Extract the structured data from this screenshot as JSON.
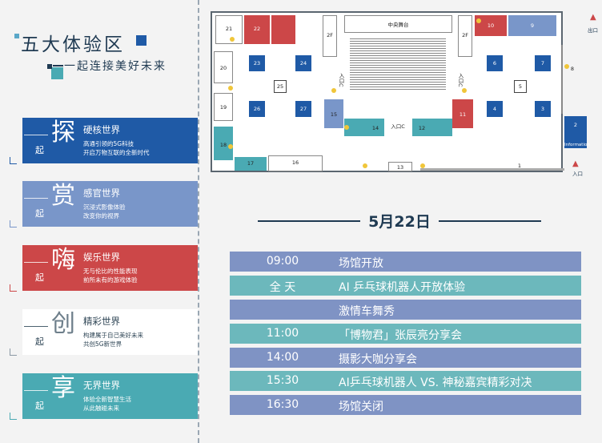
{
  "header": {
    "title": "五大体验区",
    "subtitle": "一起连接美好未来"
  },
  "zones": [
    {
      "big": "探",
      "qi": "起",
      "name": "硬核世界",
      "desc1": "高通引领的5G科技",
      "desc2": "开启万物互联的全新时代",
      "color": "#1f5aa6"
    },
    {
      "big": "赏",
      "qi": "起",
      "name": "感官世界",
      "desc1": "沉浸式影像体验",
      "desc2": "改变你的视界",
      "color": "#7996c9"
    },
    {
      "big": "嗨",
      "qi": "起",
      "name": "娱乐世界",
      "desc1": "无与伦比的性能表现",
      "desc2": "前所未有的游戏体验",
      "color": "#cc4748"
    },
    {
      "big": "创",
      "qi": "起",
      "name": "精彩世界",
      "desc1": "构建属于自己美好未来",
      "desc2": "共创5G新世界",
      "color": "#ffffff"
    },
    {
      "big": "享",
      "qi": "起",
      "name": "无界世界",
      "desc1": "体验全新智慧生活",
      "desc2": "从此触碰未来",
      "color": "#4aaab3"
    }
  ],
  "map": {
    "stage": "中央舞台",
    "exit": "出口",
    "entrance": "入口",
    "information": "Information",
    "booths": [
      "1",
      "2",
      "3",
      "4",
      "5",
      "6",
      "7",
      "8",
      "9",
      "10",
      "11",
      "12",
      "13",
      "14",
      "15",
      "16",
      "17",
      "18",
      "19",
      "20",
      "21",
      "22",
      "23",
      "24",
      "25",
      "26",
      "27"
    ],
    "floor_labels": [
      "2F",
      "2F",
      "入口C",
      "入口C",
      "入口C"
    ]
  },
  "schedule": {
    "date": "5月22日",
    "rows": [
      {
        "time": "09:00",
        "event": "场馆开放",
        "color": "#7f93c4"
      },
      {
        "time": "全 天",
        "event": "AI 乒乓球机器人开放体验",
        "color": "#6cb8bc"
      },
      {
        "time": "",
        "event": "激情车舞秀",
        "color": "#7f93c4"
      },
      {
        "time": "11:00",
        "event": "「博物君」张辰亮分享会",
        "color": "#6cb8bc"
      },
      {
        "time": "14:00",
        "event": "摄影大咖分享会",
        "color": "#7f93c4"
      },
      {
        "time": "15:30",
        "event": "AI乒乓球机器人 VS. 神秘嘉宾精彩对决",
        "color": "#6cb8bc"
      },
      {
        "time": "16:30",
        "event": "场馆关闭",
        "color": "#7f93c4"
      }
    ]
  }
}
